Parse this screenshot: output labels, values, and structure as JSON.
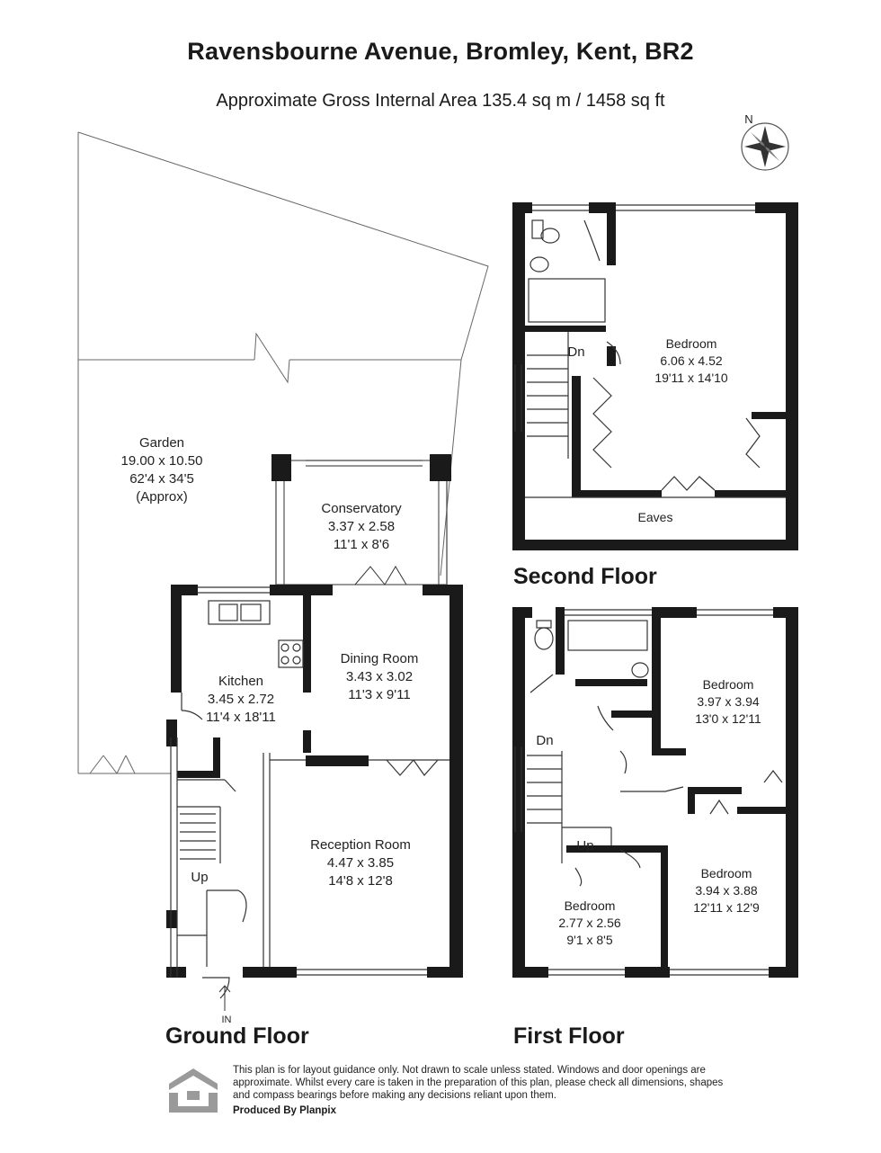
{
  "header": {
    "title": "Ravensbourne Avenue, Bromley, Kent, BR2",
    "subtitle": "Approximate Gross Internal Area 135.4 sq m / 1458 sq ft"
  },
  "compass": {
    "letter": "N"
  },
  "rooms": {
    "garden": {
      "name": "Garden",
      "metric": "19.00 x 10.50",
      "imperial": "62'4 x 34'5",
      "note": "(Approx)"
    },
    "conservatory": {
      "name": "Conservatory",
      "metric": "3.37 x 2.58",
      "imperial": "11'1 x 8'6"
    },
    "kitchen": {
      "name": "Kitchen",
      "metric": "3.45 x 2.72",
      "imperial": "11'4 x 18'11"
    },
    "dining": {
      "name": "Dining Room",
      "metric": "3.43 x 3.02",
      "imperial": "11'3 x 9'11"
    },
    "reception": {
      "name": "Reception Room",
      "metric": "4.47 x 3.85",
      "imperial": "14'8 x 12'8"
    },
    "second_bedroom": {
      "name": "Bedroom",
      "metric": "6.06 x 4.52",
      "imperial": "19'11 x 14'10"
    },
    "eaves": {
      "name": "Eaves"
    },
    "first_bedroom_1": {
      "name": "Bedroom",
      "metric": "3.97 x 3.94",
      "imperial": "13'0 x 12'11"
    },
    "first_bedroom_2": {
      "name": "Bedroom",
      "metric": "3.94 x 3.88",
      "imperial": "12'11 x 12'9"
    },
    "first_bedroom_3": {
      "name": "Bedroom",
      "metric": "2.77 x 2.56",
      "imperial": "9'1 x 8'5"
    }
  },
  "stairs": {
    "ground_up": "Up",
    "second_dn": "Dn",
    "first_dn": "Dn",
    "first_up": "Up"
  },
  "entrance": {
    "label": "IN"
  },
  "floors": {
    "ground": "Ground Floor",
    "first": "First Floor",
    "second": "Second Floor"
  },
  "footer": {
    "disclaimer": "This plan is for layout guidance only. Not drawn to scale unless stated. Windows and door openings are approximate. Whilst every care is taken in the preparation of this plan, please check all dimensions, shapes and compass bearings before making any decisions reliant upon them.",
    "producer": "Produced By Planpix"
  },
  "colors": {
    "wall": "#1a1a1a",
    "outline": "#555555",
    "logo": "#9a9a9a"
  }
}
